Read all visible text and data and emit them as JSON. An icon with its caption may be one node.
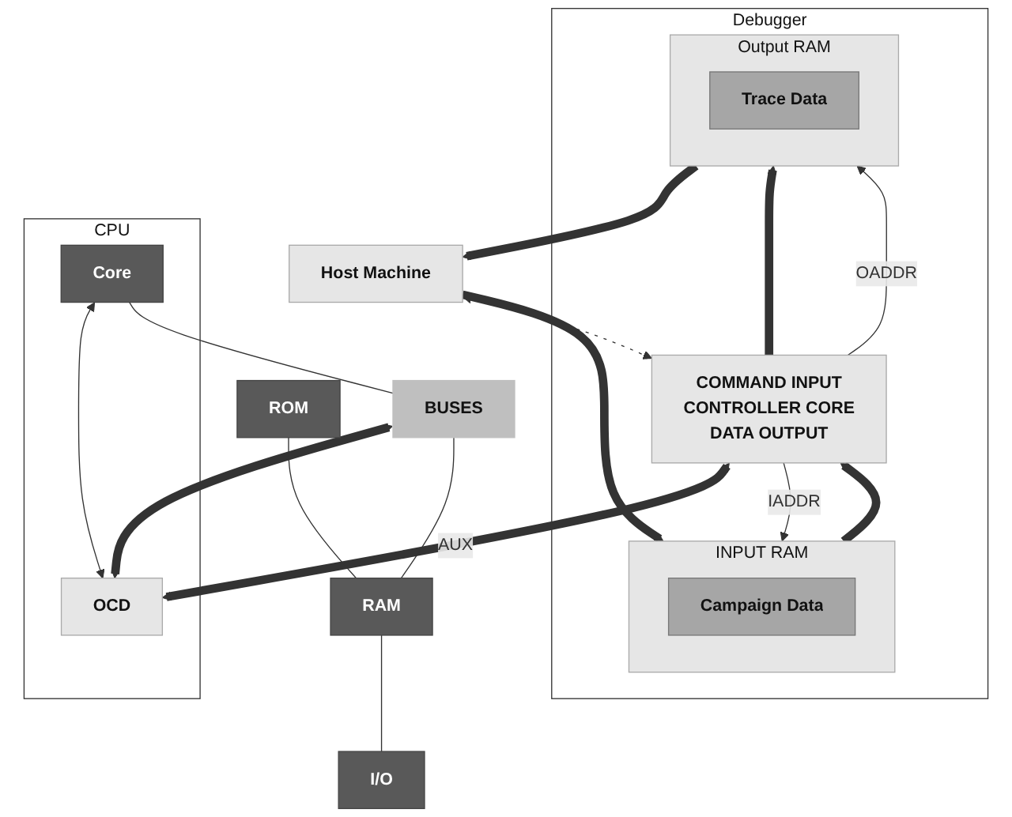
{
  "diagram": {
    "nodes": [
      {
        "text": [
          "Host Machine"
        ]
      },
      {
        "text": [
          "Debugger"
        ]
      },
      {
        "text": [
          "INPUT RAM"
        ],
        "in": 1
      },
      {
        "text": [
          "Campaign Data"
        ],
        "in": 2
      },
      {
        "text": [
          "COMMAND INPUT",
          "CONTROLLER CORE",
          "DATA OUTPUT"
        ],
        "in": 1
      },
      {
        "text": [
          "Output RAM"
        ],
        "in": 1
      },
      {
        "text": [
          "Trace Data"
        ],
        "in": 5
      },
      {
        "text": [
          "CPU"
        ]
      },
      {
        "text": [
          "Core"
        ],
        "in": 7
      },
      {
        "text": [
          "BUSES"
        ]
      },
      {
        "text": [
          "OCD"
        ],
        "in": 7
      },
      {
        "text": [
          "ROM"
        ]
      },
      {
        "text": [
          "RAM"
        ]
      },
      {
        "text": [
          "I/O"
        ]
      }
    ],
    "edges": [
      {
        "from": 0,
        "to": 2,
        "arrow": "to",
        "style": "thick"
      },
      {
        "from": 0,
        "to": 4,
        "arrow": "both",
        "style": "dashed"
      },
      {
        "from": 2,
        "to": 4,
        "arrow": "to",
        "style": "thick"
      },
      {
        "from": 4,
        "to": 2,
        "arrow": "to",
        "label": "IADDR"
      },
      {
        "from": 4,
        "to": 5,
        "arrow": "to",
        "style": "thick"
      },
      {
        "from": 4,
        "to": 5,
        "arrow": "to",
        "label": "OADDR"
      },
      {
        "from": 5,
        "to": 0,
        "arrow": "to",
        "style": "thick"
      },
      {
        "from": 4,
        "to": 10,
        "arrow": "both",
        "label": "AUX",
        "style": "thick"
      },
      {
        "from": 8,
        "to": 10,
        "arrow": "both"
      },
      {
        "from": 9,
        "to": 10,
        "arrow": "both",
        "style": "thick"
      },
      {
        "from": 8,
        "to": 9,
        "arrow": "none"
      },
      {
        "from": 9,
        "to": 12,
        "arrow": "none"
      },
      {
        "from": 11,
        "to": 12,
        "arrow": "none"
      },
      {
        "from": 12,
        "to": 13,
        "arrow": "none"
      }
    ]
  }
}
